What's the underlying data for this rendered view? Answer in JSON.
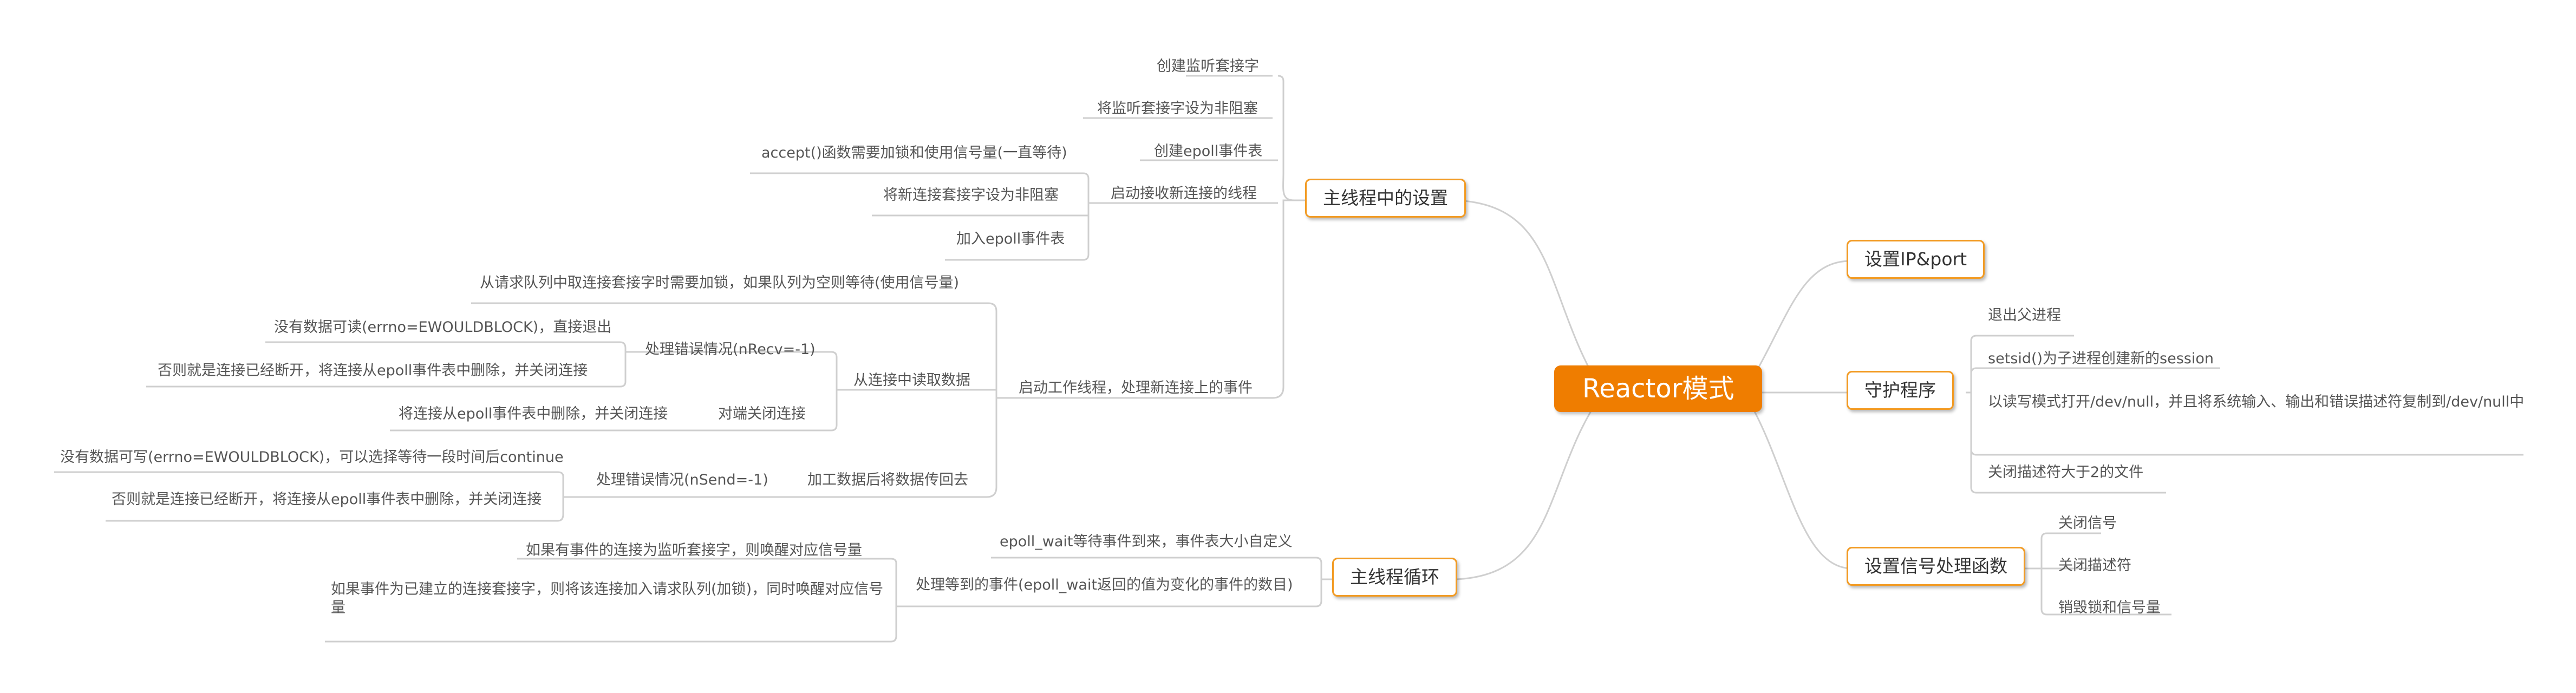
{
  "root": "Reactor模式",
  "main_setup": {
    "label": "主线程中的设置",
    "items": [
      "创建监听套接字",
      "将监听套接字设为非阻塞",
      "创建epoll事件表",
      "启动接收新连接的线程",
      "启动工作线程，处理新连接上的事件"
    ],
    "accept_thread": [
      "accept()函数需要加锁和使用信号量(一直等待)",
      "将新连接套接字设为非阻塞",
      "加入epoll事件表"
    ],
    "worker": {
      "dequeue": "从请求队列中取连接套接字时需要加锁，如果队列为空则等待(使用信号量)",
      "read": "从连接中读取数据",
      "recv_error": "处理错误情况(nRecv=-1)",
      "recv_error_items": [
        "没有数据可读(errno=EWOULDBLOCK)，直接退出",
        "否则就是连接已经断开，将连接从epoll事件表中删除，并关闭连接"
      ],
      "peer_close": "对端关闭连接",
      "peer_close_item": "将连接从epoll事件表中删除，并关闭连接",
      "process": "加工数据后将数据传回去",
      "send_error": "处理错误情况(nSend=-1)",
      "send_error_items": [
        "没有数据可写(errno=EWOULDBLOCK)，可以选择等待一段时间后continue",
        "否则就是连接已经断开，将连接从epoll事件表中删除，并关闭连接"
      ]
    }
  },
  "main_loop": {
    "label": "主线程循环",
    "wait": "epoll_wait等待事件到来，事件表大小自定义",
    "handle": "处理等到的事件(epoll_wait返回的值为变化的事件的数目)",
    "handle_items": [
      "如果有事件的连接为监听套接字，则唤醒对应信号量",
      "如果事件为已建立的连接套接字，则将该连接加入请求队列(加锁)，同时唤醒对应信号量"
    ]
  },
  "ip_port": {
    "label": "设置IP&port"
  },
  "daemon": {
    "label": "守护程序",
    "items": [
      "退出父进程",
      "setsid()为子进程创建新的session",
      "以读写模式打开/dev/null，并且将系统输入、输出和错误描述符复制到/dev/null中",
      "关闭描述符大于2的文件"
    ]
  },
  "signal": {
    "label": "设置信号处理函数",
    "items": [
      "关闭信号",
      "关闭描述符",
      "销毁锁和信号量"
    ]
  },
  "colors": {
    "accent": "#ef7d00",
    "box_border": "#f29b24",
    "line": "#cccccc",
    "text": "#555555"
  }
}
